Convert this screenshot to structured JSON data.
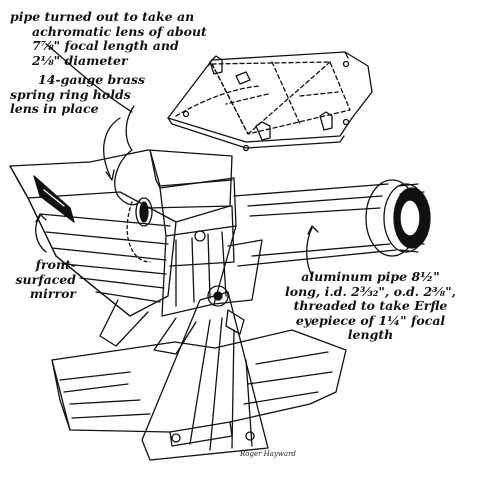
{
  "labels": {
    "pipe": [
      "pipe turned out to take an",
      "achromatic lens of about",
      "7⅞\" focal length and",
      "2⅛\" diameter"
    ],
    "ring": [
      "14-gauge brass",
      "spring ring holds",
      "lens in place"
    ],
    "mirror": [
      "front-",
      "surfaced",
      "mirror"
    ],
    "aluminum": [
      "aluminum pipe 8½\"",
      "long, i.d. 2³⁄₃₂\", o.d. 2⅜\",",
      "threaded to take Erfle",
      "eyepiece of 1¼\" focal",
      "length"
    ]
  },
  "signature": "Roger Hayward",
  "colors": {
    "ink": "#111111",
    "paper": "#ffffff"
  }
}
